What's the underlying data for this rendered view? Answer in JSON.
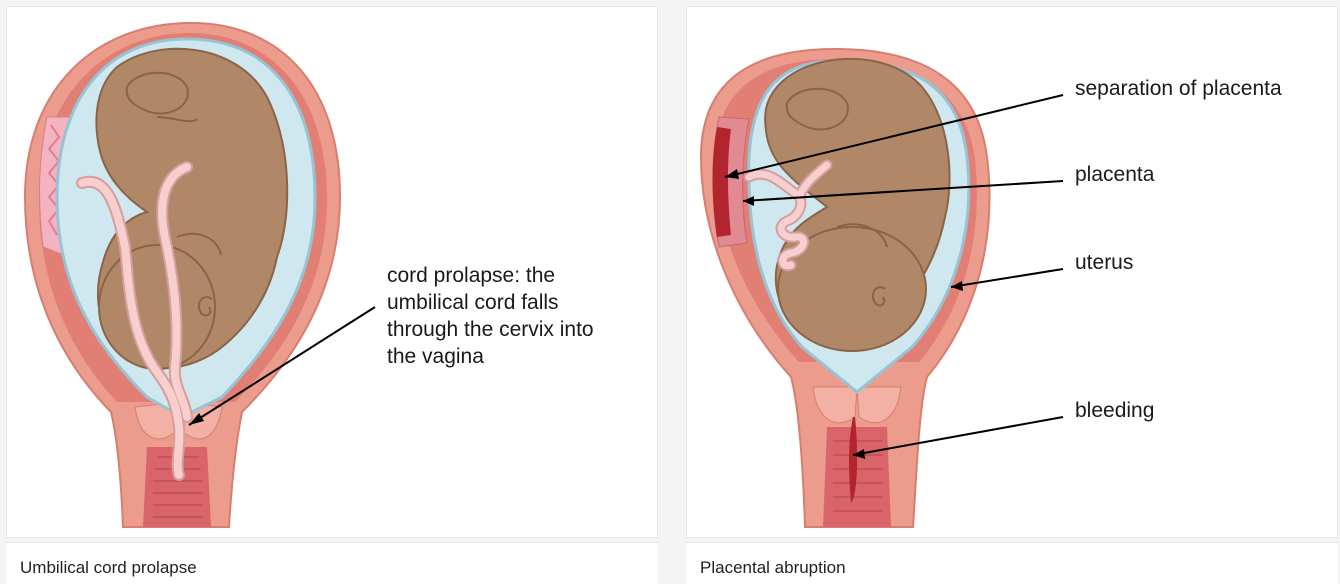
{
  "left_panel": {
    "annotation_lines": [
      "cord prolapse: the",
      "umbilical cord falls",
      "through the cervix into",
      "the vagina"
    ],
    "caption": "Umbilical cord prolapse"
  },
  "right_panel": {
    "labels": {
      "separation": "separation of placenta",
      "placenta": "placenta",
      "uterus": "uterus",
      "bleeding": "bleeding"
    },
    "caption": "Placental abruption"
  },
  "colors": {
    "uterus_outer": "#eb9c8d",
    "uterus_inner": "#d9756b",
    "amniotic_fluid": "#cfe8f0",
    "fetus": "#b08868",
    "cord": "#f7cfcf",
    "placenta": "#e28a92",
    "abruption": "#b3252e"
  }
}
